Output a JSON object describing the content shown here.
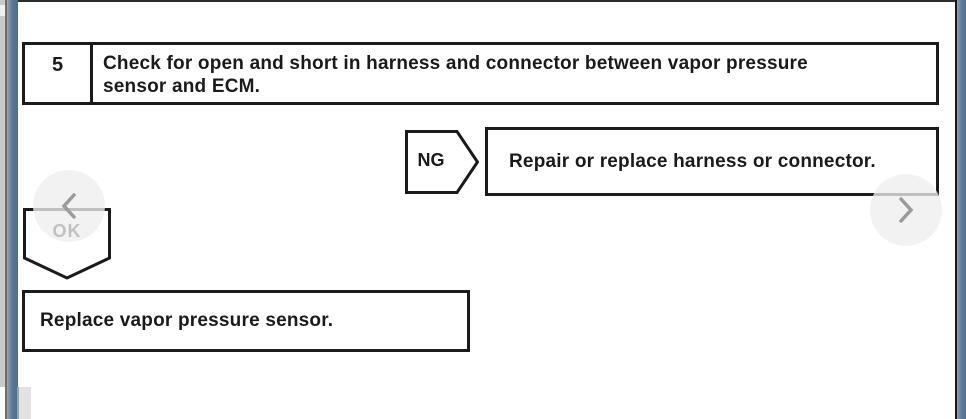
{
  "colors": {
    "edge_blue": "#5d7a98",
    "box_border": "#1b1b1b",
    "nav_glyph": "#9b9b9b",
    "scroll_track": "#c9c9c9"
  },
  "flowchart": {
    "step": {
      "number": "5",
      "instruction_line1": "Check for open and short in harness and connector between vapor pressure",
      "instruction_line2": "sensor and ECM."
    },
    "ng_branch": {
      "label": "NG",
      "action": "Repair or replace harness or connector."
    },
    "ok_branch": {
      "label": "OK",
      "action": "Replace vapor pressure sensor."
    }
  }
}
